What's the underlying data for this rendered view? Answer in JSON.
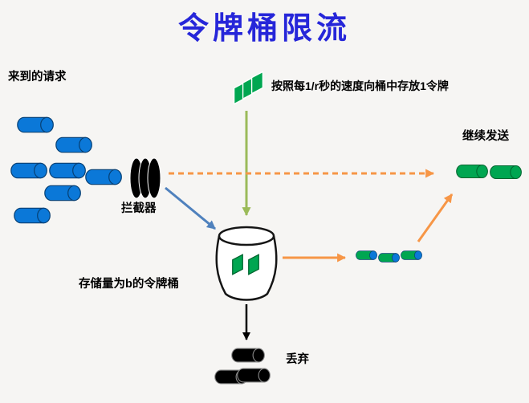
{
  "title": "令牌桶限流",
  "labels": {
    "incoming_requests": "来到的请求",
    "token_rate": "按照每1/r秒的速度向桶中存放1令牌",
    "continue_send": "继续发送",
    "interceptor": "拦截器",
    "bucket": "存储量为b的令牌桶",
    "discard": "丢弃"
  },
  "icons": {
    "request": "blue-horizontal-cylinder",
    "token": "green-parallelogram",
    "token_stack": "stack-of-green-tokens",
    "interceptor": "black-disk-stack",
    "bucket": "open-top-barrel-with-tokens",
    "tokenized_request": "green-cylinder-with-blue-cap",
    "sent_request": "green-horizontal-cylinder",
    "discarded_request": "black-horizontal-cylinder"
  },
  "colors": {
    "title": "#2626d9",
    "request_blue": "#0b78d8",
    "token_green": "#00a651",
    "arrow_green": "#9bbb59",
    "arrow_orange": "#f79646",
    "arrow_blue": "#4f81bd",
    "arrow_black": "#000000",
    "background": "#f6f5f3"
  }
}
